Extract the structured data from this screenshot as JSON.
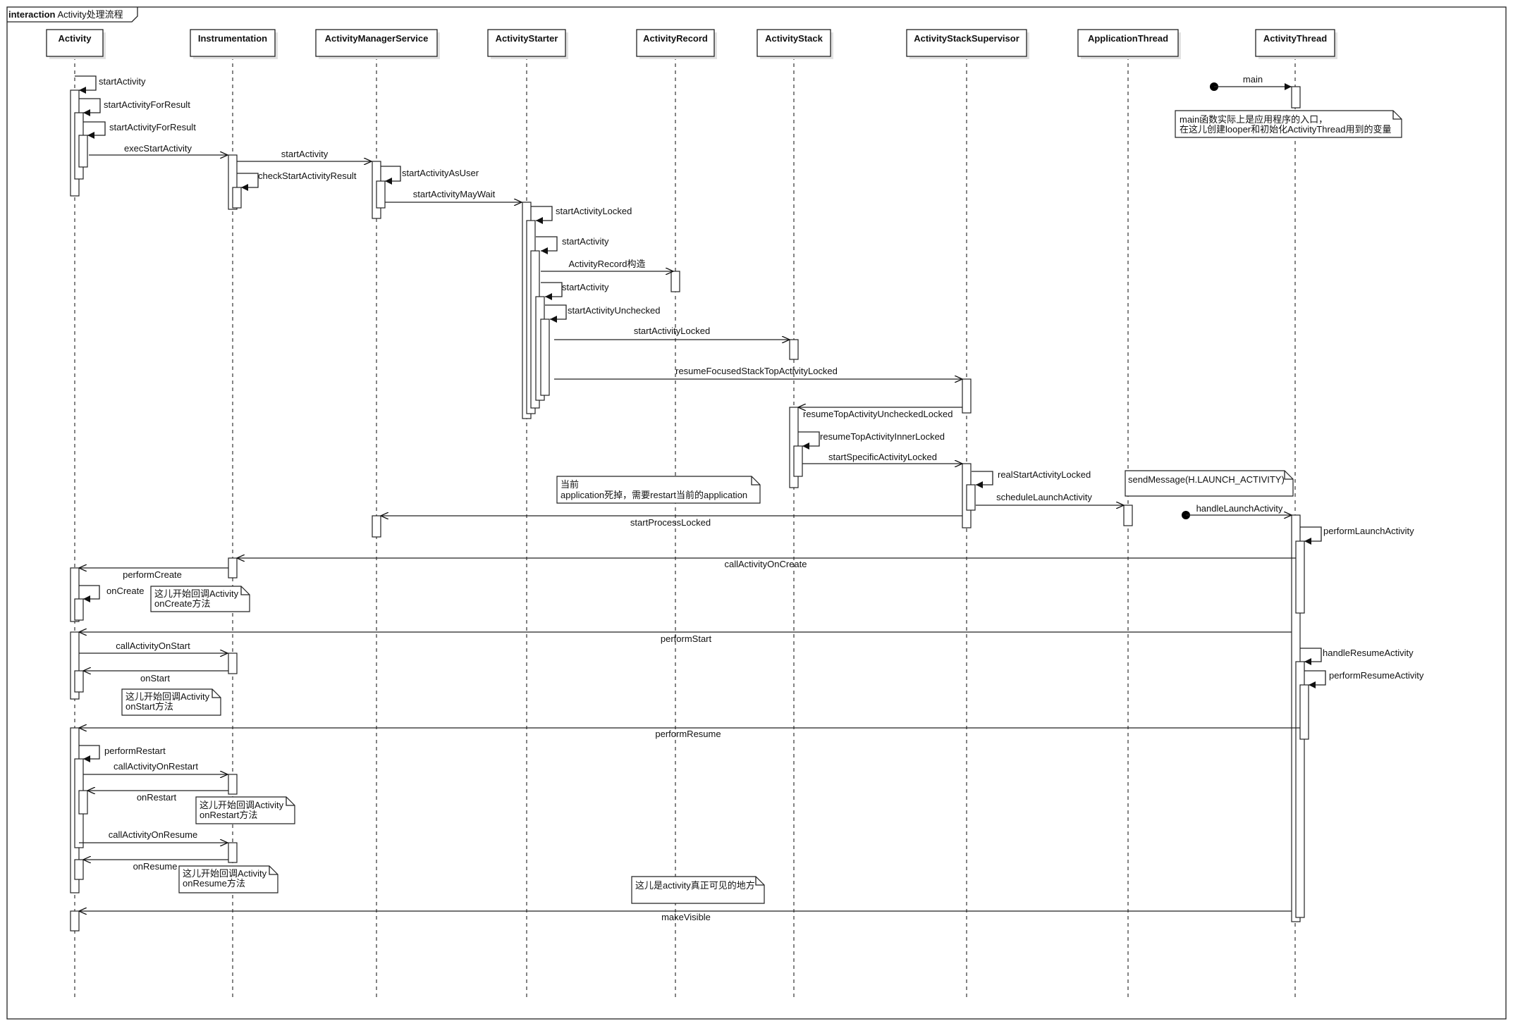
{
  "frame": {
    "keyword": "interaction",
    "name": "Activity处理流程"
  },
  "participants": [
    {
      "id": "activity",
      "name": "Activity"
    },
    {
      "id": "instrumentation",
      "name": "Instrumentation"
    },
    {
      "id": "ams",
      "name": "ActivityManagerService"
    },
    {
      "id": "starter",
      "name": "ActivityStarter"
    },
    {
      "id": "record",
      "name": "ActivityRecord"
    },
    {
      "id": "stack",
      "name": "ActivityStack"
    },
    {
      "id": "supervisor",
      "name": "ActivityStackSupervisor"
    },
    {
      "id": "appthread",
      "name": "ApplicationThread"
    },
    {
      "id": "thread",
      "name": "ActivityThread"
    }
  ],
  "messages": [
    {
      "label": "startActivity"
    },
    {
      "label": "startActivityForResult"
    },
    {
      "label": "startActivityForResult"
    },
    {
      "label": "execStartActivity"
    },
    {
      "label": "startActivity"
    },
    {
      "label": "checkStartActivityResult"
    },
    {
      "label": "startActivityAsUser"
    },
    {
      "label": "startActivityMayWait"
    },
    {
      "label": "startActivityLocked"
    },
    {
      "label": "startActivity"
    },
    {
      "label": "ActivityRecord构造"
    },
    {
      "label": "startActivity"
    },
    {
      "label": "startActivityUnchecked"
    },
    {
      "label": "startActivityLocked"
    },
    {
      "label": "resumeFocusedStackTopActivityLocked"
    },
    {
      "label": "resumeTopActivityUncheckedLocked"
    },
    {
      "label": "resumeTopActivityInnerLocked"
    },
    {
      "label": "startSpecificActivityLocked"
    },
    {
      "label": "realStartActivityLocked"
    },
    {
      "label": "scheduleLaunchActivity"
    },
    {
      "label": "startProcessLocked"
    },
    {
      "label": "main"
    },
    {
      "label": "handleLaunchActivity"
    },
    {
      "label": "performLaunchActivity"
    },
    {
      "label": "callActivityOnCreate"
    },
    {
      "label": "performCreate"
    },
    {
      "label": "onCreate"
    },
    {
      "label": "performStart"
    },
    {
      "label": "callActivityOnStart"
    },
    {
      "label": "onStart"
    },
    {
      "label": "handleResumeActivity"
    },
    {
      "label": "performResumeActivity"
    },
    {
      "label": "performResume"
    },
    {
      "label": "performRestart"
    },
    {
      "label": "callActivityOnRestart"
    },
    {
      "label": "onRestart"
    },
    {
      "label": "callActivityOnResume"
    },
    {
      "label": "onResume"
    },
    {
      "label": "makeVisible"
    }
  ],
  "notes": [
    {
      "lines": [
        "main函数实际上是应用程序的入口，",
        "在这儿创建looper和初始化ActivityThread用到的变量"
      ]
    },
    {
      "lines": [
        "当前",
        "application死掉，需要restart当前的application"
      ]
    },
    {
      "lines": [
        "sendMessage(H.LAUNCH_ACTIVITY)"
      ]
    },
    {
      "lines": [
        "这儿开始回调Activity",
        "onCreate方法"
      ]
    },
    {
      "lines": [
        "这儿开始回调Activity",
        "onStart方法"
      ]
    },
    {
      "lines": [
        "这儿开始回调Activity",
        "onRestart方法"
      ]
    },
    {
      "lines": [
        "这儿开始回调Activity",
        "onResume方法"
      ]
    },
    {
      "lines": [
        "这儿是activity真正可见的地方"
      ]
    }
  ]
}
